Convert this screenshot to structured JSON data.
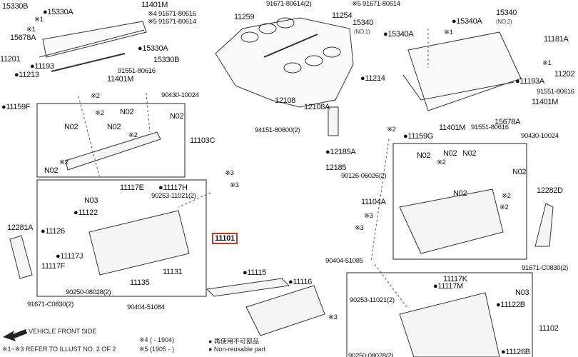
{
  "diagram": {
    "callouts": [
      "15330B",
      "●15330A",
      "11401M",
      "※4 91671-80616",
      "※5 91671-80614",
      "※1",
      "※1",
      "15678A",
      "11201",
      "●15330A",
      "15330B",
      "●11193",
      "●11213",
      "91551-80616",
      "11401M",
      "※2",
      "90430-10024",
      "●11159F",
      "N02",
      "N02",
      "N02",
      "N02",
      "N02",
      "※2",
      "※2",
      "※2",
      "11103C",
      "※3",
      "※3",
      "11117E",
      "●11117H",
      "90253-11021(2)",
      "N03",
      "●11122",
      "●11126",
      "11101",
      "●11117J",
      "11117F",
      "11131",
      "11135",
      "90250-08028(2)",
      "12281A",
      "91671-C0830(2)",
      "90404-51084",
      "91671-80614(2)",
      "※5 91671-80614",
      "11259",
      "11254",
      "15340",
      "(NO.1)",
      "●15340A",
      "15340",
      "(NO.2)",
      "●15340A",
      "※1",
      "※1",
      "11181A",
      "●11214",
      "11202",
      "●11193A",
      "91551-80616",
      "11401M",
      "12108",
      "12108A",
      "15678A",
      "11401M",
      "91551-80616",
      "94151-80600(2)",
      "●11159G",
      "90430-10024",
      "※2",
      "●12185A",
      "12185",
      "90126-06026(2)",
      "N02",
      "N02",
      "N02",
      "N02",
      "N02",
      "※2",
      "※2",
      "※2",
      "11104A",
      "※3",
      "※3",
      "12282D",
      "91671-C0830(2)",
      "90404-51085",
      "●11115",
      "●11116",
      "11117K",
      "●11117M",
      "N03",
      "●11122B",
      "90253-11021(2)",
      "11102",
      "●11126B",
      "90250-08028(2)",
      "※3"
    ],
    "highlighted_part": "11101"
  },
  "footer": {
    "direction_label": "VEHICLE FRONT SIDE",
    "refer_note": "※1~※3  REFER TO ILLUST NO. 2 OF 2",
    "note4": "※4 (        - 1904)",
    "note5": "※5 (1905 -        )",
    "nonreusable_jp": "● 再使用不可部品",
    "nonreusable_en": "● Non-reusable part"
  },
  "colors": {
    "highlight": "#c0392b",
    "line": "#222222"
  }
}
